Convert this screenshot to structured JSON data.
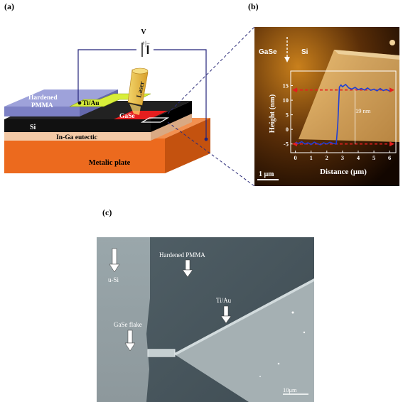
{
  "panels": {
    "a": {
      "label": "(a)",
      "battery_label": "V",
      "battery_polarity": "+|−",
      "layers": {
        "pmma": "Hardened\nPMMA",
        "electrode": "Ti/Au",
        "laser": "Laser",
        "gase": "GaSe",
        "si": "Si",
        "eutectic": "In-Ga eutectic",
        "plate": "Metalic plate"
      },
      "colors": {
        "pmma": "#8a8fcf",
        "electrode": "#d8ee3a",
        "laser": "#e9c24a",
        "gase": "#e51e1e",
        "si": "#111111",
        "eutectic": "#f3c9a6",
        "plate": "#ec6a1e",
        "wire": "#23237a"
      }
    },
    "b": {
      "label": "(b)",
      "afm_labels": {
        "left": "GaSe",
        "right": "Si"
      },
      "scale_bar": "1 μm",
      "step_label": "19 nm",
      "chart_data": {
        "type": "line",
        "xlabel": "Distance (μm)",
        "ylabel": "Height (nm)",
        "xlim": [
          -0.3,
          6.4
        ],
        "ylim": [
          -8,
          20
        ],
        "xticks": [
          0,
          1,
          2,
          3,
          4,
          5,
          6
        ],
        "yticks": [
          -5,
          0,
          5,
          10,
          15
        ],
        "x": [
          0,
          0.2,
          0.4,
          0.6,
          0.8,
          1.0,
          1.2,
          1.4,
          1.6,
          1.8,
          2.0,
          2.2,
          2.4,
          2.6,
          2.7,
          2.8,
          2.9,
          3.0,
          3.2,
          3.4,
          3.6,
          3.8,
          4.0,
          4.2,
          4.4,
          4.6,
          4.8,
          5.0,
          5.2,
          5.4,
          5.6,
          5.8,
          6.0
        ],
        "y": [
          -4.5,
          -4.8,
          -4.2,
          -5.0,
          -4.6,
          -5.2,
          -4.4,
          -4.9,
          -5.3,
          -4.6,
          -5.0,
          -4.4,
          -4.8,
          -5.0,
          2,
          14.5,
          15.2,
          14.6,
          15.4,
          14.2,
          13.8,
          14.4,
          13.6,
          14.0,
          13.5,
          14.2,
          13.4,
          13.8,
          13.2,
          14.0,
          13.3,
          13.7,
          13.1
        ],
        "series_color": "#1f3fd6",
        "reference_lines_color": "#e51e1e",
        "reference_lines": [
          13.5,
          -5
        ]
      }
    },
    "c": {
      "label": "(c)",
      "annotations": {
        "si": "u-Si",
        "pmma": "Hardened PMMA",
        "electrode": "Ti/Au",
        "flake": "GaSe flake"
      },
      "scale_bar": "10μm"
    }
  }
}
